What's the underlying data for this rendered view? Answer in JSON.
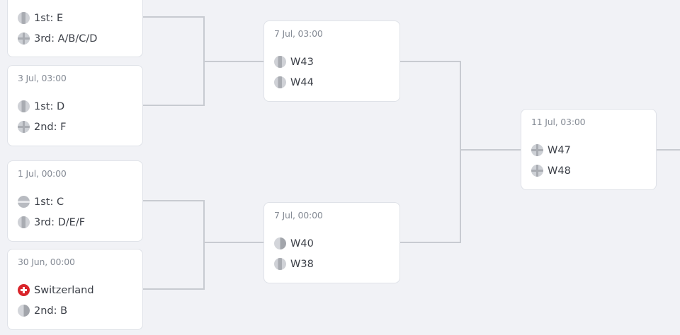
{
  "colors": {
    "background": "#f1f2f6",
    "card": "#ffffff",
    "connector": "#c8cbd1",
    "date_text": "#858b95",
    "team_text": "#3b3f47"
  },
  "matches": [
    {
      "id": "r1-m1",
      "date": "",
      "teams": [
        {
          "label": "1st: E",
          "flag": "half-flag-icon"
        },
        {
          "label": "3rd: A/B/C/D",
          "flag": "cross-flag-icon"
        }
      ]
    },
    {
      "id": "r1-m2",
      "date": "3 Jul, 03:00",
      "teams": [
        {
          "label": "1st: D",
          "flag": "half-flag-icon"
        },
        {
          "label": "2nd: F",
          "flag": "cross-flag-icon"
        }
      ]
    },
    {
      "id": "r1-m3",
      "date": "1 Jul, 00:00",
      "teams": [
        {
          "label": "1st: C",
          "flag": "striped-flag-icon"
        },
        {
          "label": "3rd: D/E/F",
          "flag": "half-flag-icon"
        }
      ]
    },
    {
      "id": "r1-m4",
      "date": "30 Jun, 00:00",
      "teams": [
        {
          "label": "Switzerland",
          "flag": "switzerland-flag-icon"
        },
        {
          "label": "2nd: B",
          "flag": "split-flag-icon"
        }
      ]
    },
    {
      "id": "r2-m1",
      "date": "7 Jul, 03:00",
      "teams": [
        {
          "label": "W43",
          "flag": "half-flag-icon"
        },
        {
          "label": "W44",
          "flag": "half-flag-icon"
        }
      ]
    },
    {
      "id": "r2-m2",
      "date": "7 Jul, 00:00",
      "teams": [
        {
          "label": "W40",
          "flag": "split-flag-icon"
        },
        {
          "label": "W38",
          "flag": "half-flag-icon"
        }
      ]
    },
    {
      "id": "r3-m1",
      "date": "11 Jul, 03:00",
      "teams": [
        {
          "label": "W47",
          "flag": "cross-flag-icon"
        },
        {
          "label": "W48",
          "flag": "cross-flag-icon"
        }
      ]
    }
  ]
}
